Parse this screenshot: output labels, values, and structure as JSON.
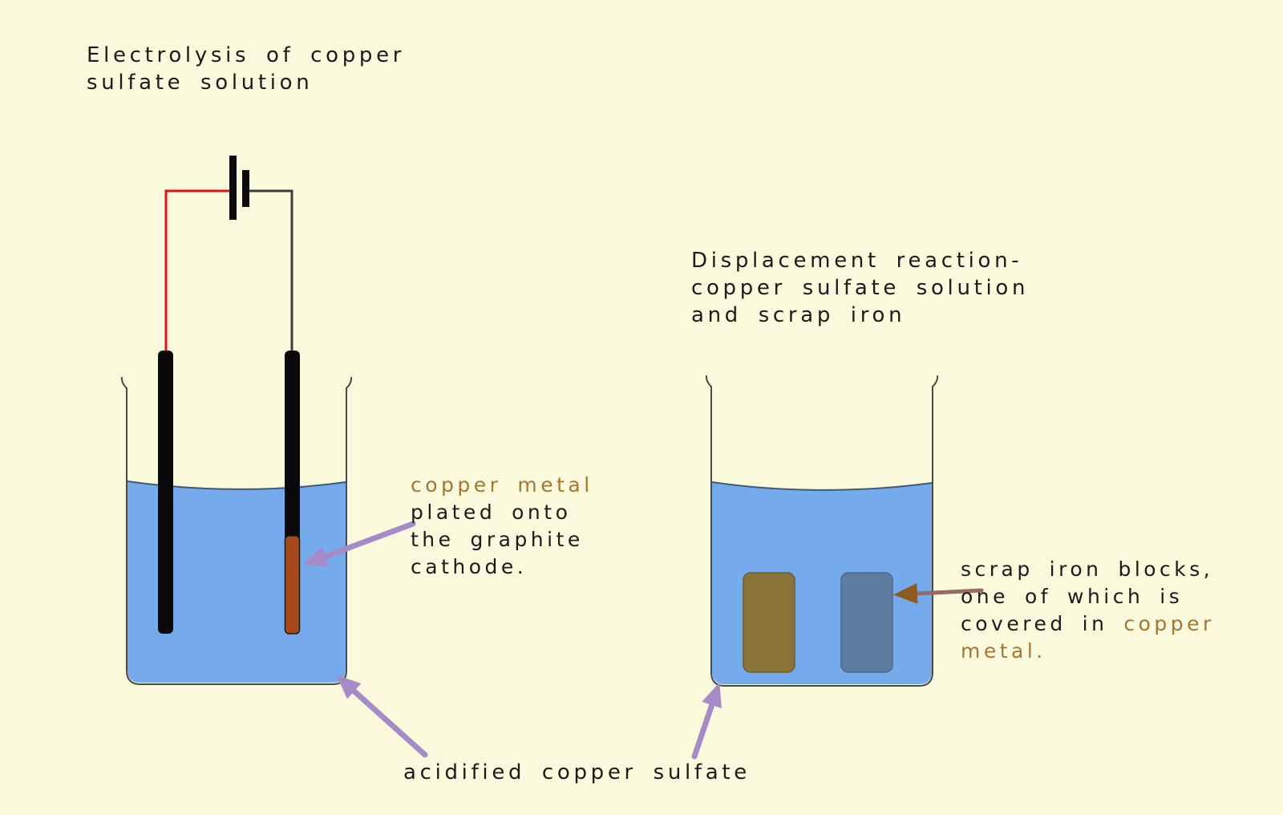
{
  "colors": {
    "background": "#FBFADD",
    "text": "#1b1b1b",
    "copper-text": "#A7762E",
    "liquid": "#75AAEC",
    "liquid-surface": "#3F5A74",
    "beaker-outline": "#4B4B42",
    "electrode": "#0A0A0A",
    "copper-plate": "#A8491B",
    "copper-block": "#8A7336",
    "iron-block": "#5E7CA0",
    "wire-red": "#E11212",
    "wire-black": "#3C3C3C",
    "arrow-purple": "#A78BC8",
    "arrow-brown-shaft": "#9A6A64",
    "arrow-brown-head": "#8D5C1D"
  },
  "left_diagram": {
    "title": [
      "Electrolysis of copper",
      "sulfate solution"
    ],
    "annotation_copper": {
      "line1": "copper metal",
      "line2": "plated onto",
      "line3": "the graphite",
      "line4": "cathode."
    }
  },
  "right_diagram": {
    "title": [
      "Displacement reaction-",
      "copper sulfate solution",
      "and scrap iron"
    ],
    "annotation_scrap": {
      "line1": "scrap iron blocks,",
      "line2": "one of which is",
      "line3_black": "covered in ",
      "line3_copper": "copper",
      "line4_copper": "metal."
    }
  },
  "shared_annotation": {
    "label": "acidified copper sulfate"
  }
}
